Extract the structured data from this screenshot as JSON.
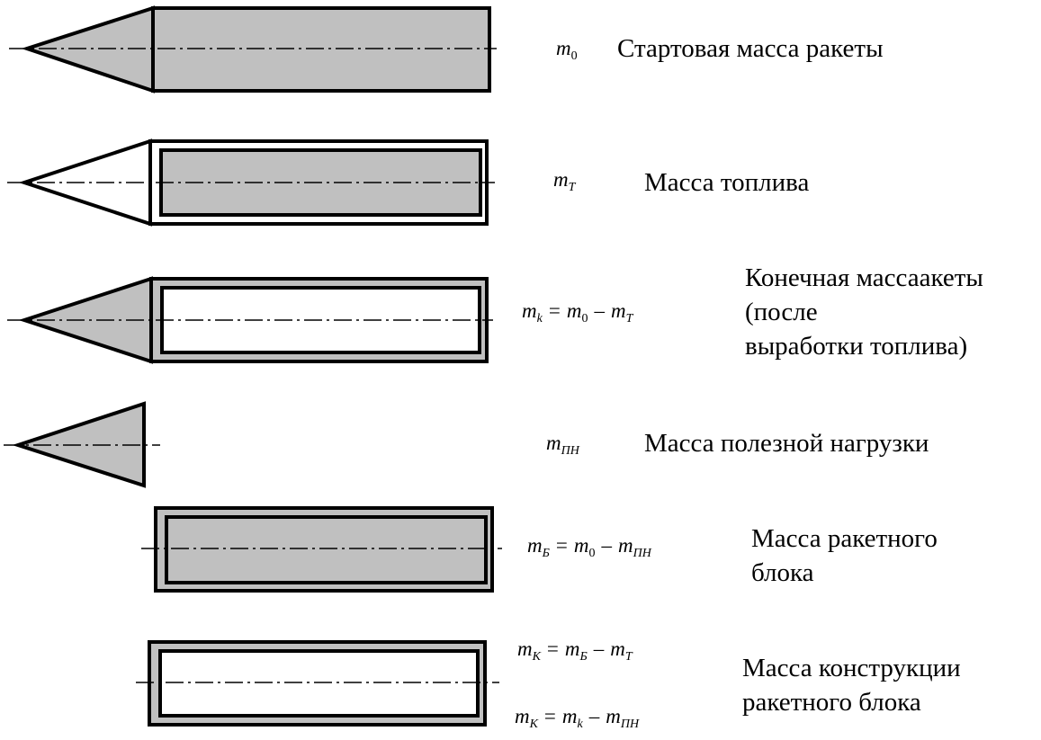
{
  "colors": {
    "fill": "#c0c0c0",
    "stroke": "#000000",
    "background": "#ffffff"
  },
  "rows": [
    {
      "id": "start-mass",
      "symbol": {
        "base": "m",
        "sub": "0"
      },
      "label_lines": [
        "Стартовая масса ракеты"
      ]
    },
    {
      "id": "fuel-mass",
      "symbol": {
        "base": "m",
        "sub": "T"
      },
      "label_lines": [
        "Масса топлива"
      ]
    },
    {
      "id": "final-mass",
      "formula": {
        "lhs": {
          "base": "m",
          "sub": "k"
        },
        "op": "=",
        "a": {
          "base": "m",
          "sub": "0"
        },
        "minus": "–",
        "b": {
          "base": "m",
          "sub": "T"
        }
      },
      "label_lines": [
        "Конечная массаакеты",
        "(после",
        "выработки топлива)"
      ]
    },
    {
      "id": "payload-mass",
      "symbol": {
        "base": "m",
        "sub": "ПН"
      },
      "label_lines": [
        "Масса полезной нагрузки"
      ]
    },
    {
      "id": "block-mass",
      "formula": {
        "lhs": {
          "base": "m",
          "sub": "Б"
        },
        "op": "=",
        "a": {
          "base": "m",
          "sub": "0"
        },
        "minus": "–",
        "b": {
          "base": "m",
          "sub": "ПН"
        }
      },
      "label_lines": [
        "Масса ракетного",
        "блока"
      ]
    },
    {
      "id": "structure-mass",
      "formulas": [
        {
          "lhs": {
            "base": "m",
            "sub": "К"
          },
          "op": "=",
          "a": {
            "base": "m",
            "sub": "Б"
          },
          "minus": "–",
          "b": {
            "base": "m",
            "sub": "T"
          }
        },
        {
          "lhs": {
            "base": "m",
            "sub": "К"
          },
          "op": "=",
          "a": {
            "base": "m",
            "sub": "k"
          },
          "minus": "–",
          "b": {
            "base": "m",
            "sub": "ПН"
          }
        }
      ],
      "label_lines": [
        "Масса конструкции",
        "ракетного блока"
      ]
    }
  ]
}
